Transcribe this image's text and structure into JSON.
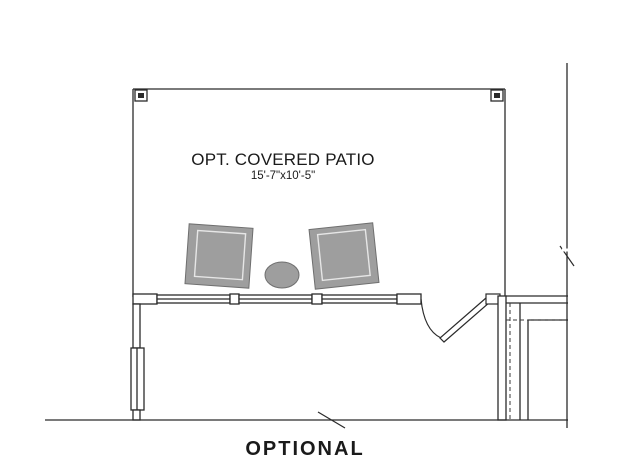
{
  "plan": {
    "room_name": "OPT. COVERED PATIO",
    "room_dimensions": "15'-7\"x10'-5\"",
    "bottom_caption": "OPTIONAL",
    "colors": {
      "line": "#2b2b2b",
      "furniture_fill": "#9e9e9e",
      "furniture_inner": "#bdbdbd",
      "background": "#ffffff"
    }
  }
}
